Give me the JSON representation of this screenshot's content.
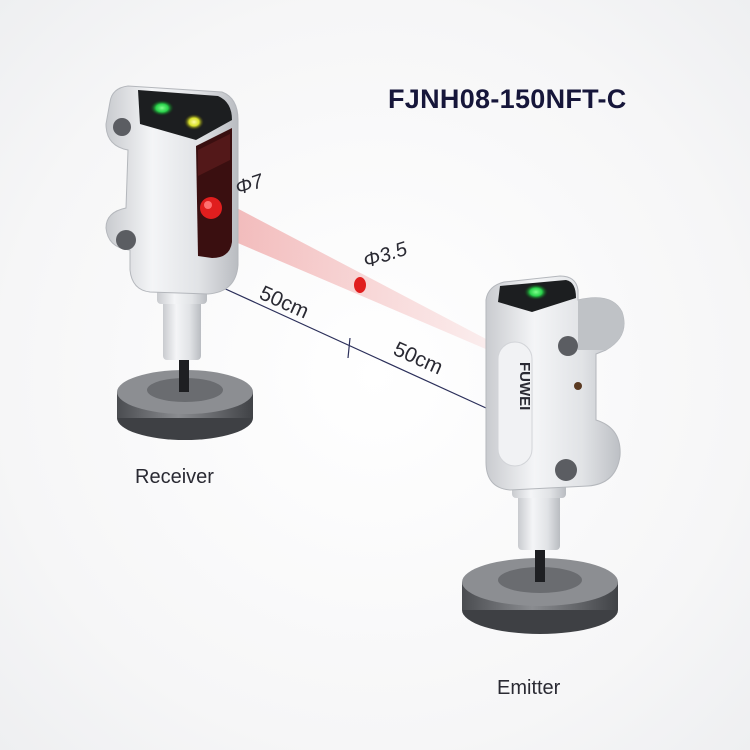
{
  "model": "FJNH08-150NFT-C",
  "receiver_label": "Receiver",
  "emitter_label": "Emitter",
  "brand": "FUWEI",
  "spot_receiver": "Φ7",
  "spot_mid": "Φ3.5",
  "dist_left": "50cm",
  "dist_right": "50cm",
  "colors": {
    "title": "#16163a",
    "beam": "#e23b3b",
    "indicator_green": "#29d04a",
    "indicator_yellow": "#d8e02a",
    "housing": "#e6e7ea",
    "base": "#6a6c70"
  }
}
